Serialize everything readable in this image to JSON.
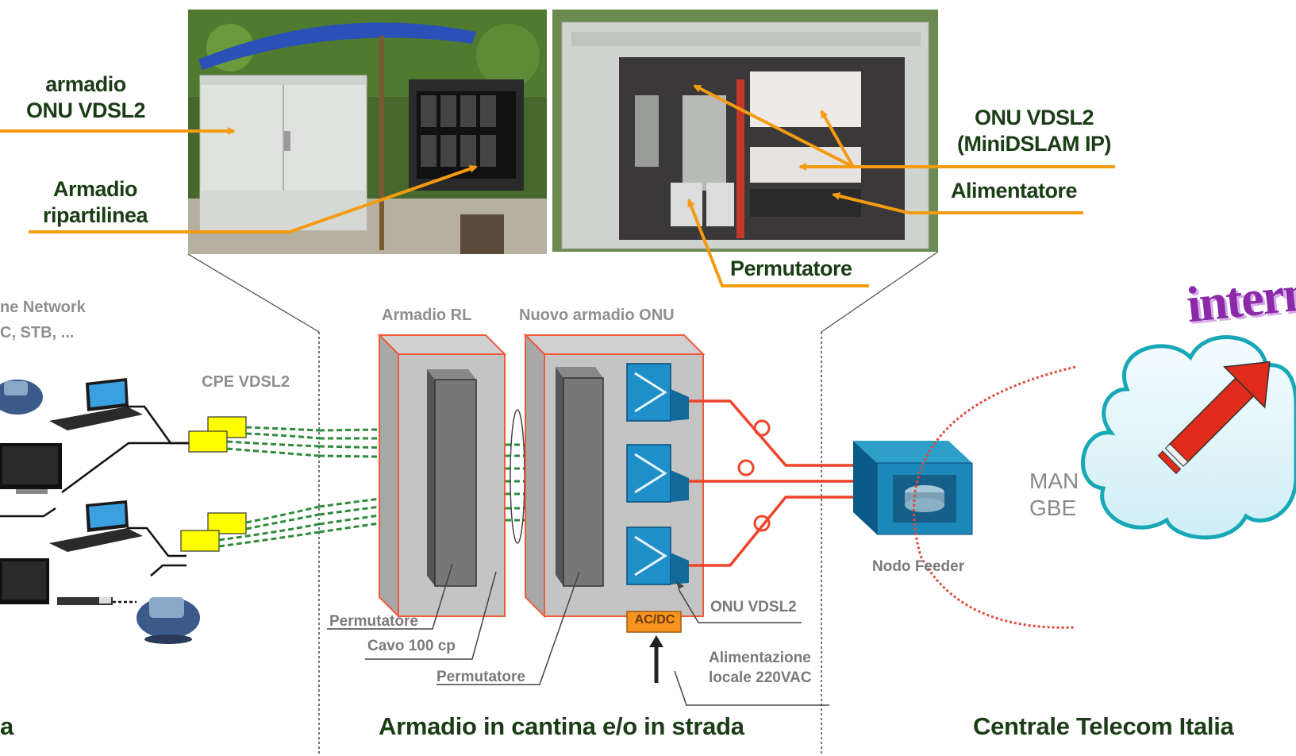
{
  "callouts": {
    "armadio_onu": "armadio\nONU VDSL2",
    "armadio_ripartilinea": "Armadio\nripartilinea",
    "onu_minidslam": "ONU VDSL2\n(MiniDSLAM IP)",
    "alimentatore": "Alimentatore",
    "permutatore_photo": "Permutatore"
  },
  "labels": {
    "home_network": "ne Network",
    "home_devices": "C, STB, ...",
    "cpe": "CPE VDSL2",
    "armadio_rl": "Armadio RL",
    "nuovo_armadio": "Nuovo armadio ONU",
    "permutatore_1": "Permutatore",
    "cavo": "Cavo 100 cp",
    "permutatore_2": "Permutatore",
    "onu_vdsl2": "ONU VDSL2",
    "acdc": "AC/DC",
    "alimentazione_1": "Alimentazione",
    "alimentazione_2": "locale 220VAC",
    "nodo_feeder": "Nodo Feeder",
    "man": "MAN",
    "gbe": "GBE",
    "internet": "interne"
  },
  "sections": {
    "left": "a",
    "middle": "Armadio in cantina e/o in strada",
    "right": "Centrale Telecom Italia"
  },
  "colors": {
    "callout_arrow": "#f39c12",
    "fiber": "#f0442a",
    "twisted_pair": "#2e8b3a",
    "cpe": "#ffff00",
    "cabinet_outline": "#f05a3c",
    "onu": "#1fa0d8",
    "cloud": "#e6f7fb"
  }
}
